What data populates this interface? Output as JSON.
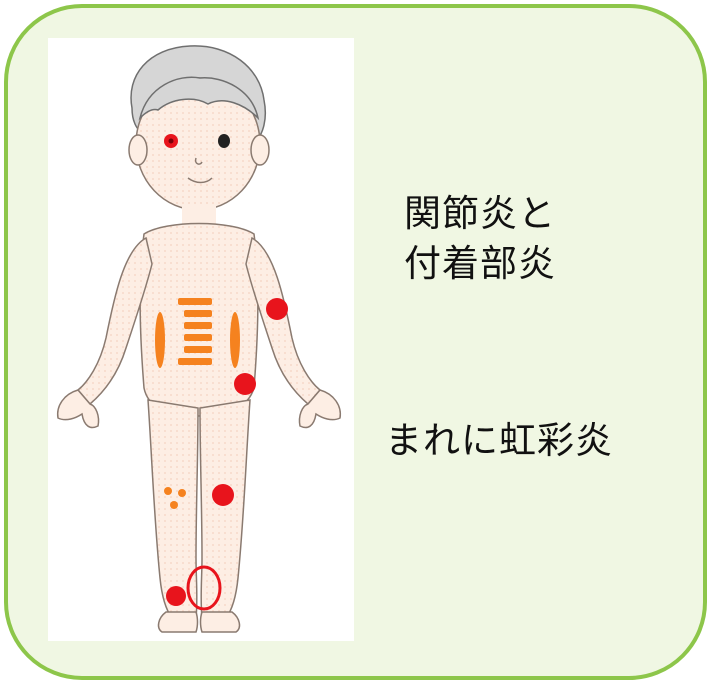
{
  "labels": {
    "line1": "関節炎と",
    "line2": "付着部炎",
    "line3": "まれに虹彩炎"
  },
  "colors": {
    "border": "#8dc64a",
    "background": "#f0f7e3",
    "marker_red": "#e8141c",
    "marker_orange": "#f5821f"
  },
  "icons": {
    "figure": "child-body-illustration",
    "joint_marker": "red-dot",
    "eye_marker": "red-eye",
    "spine_marker": "orange-bars",
    "heel_marker": "red-ring"
  }
}
